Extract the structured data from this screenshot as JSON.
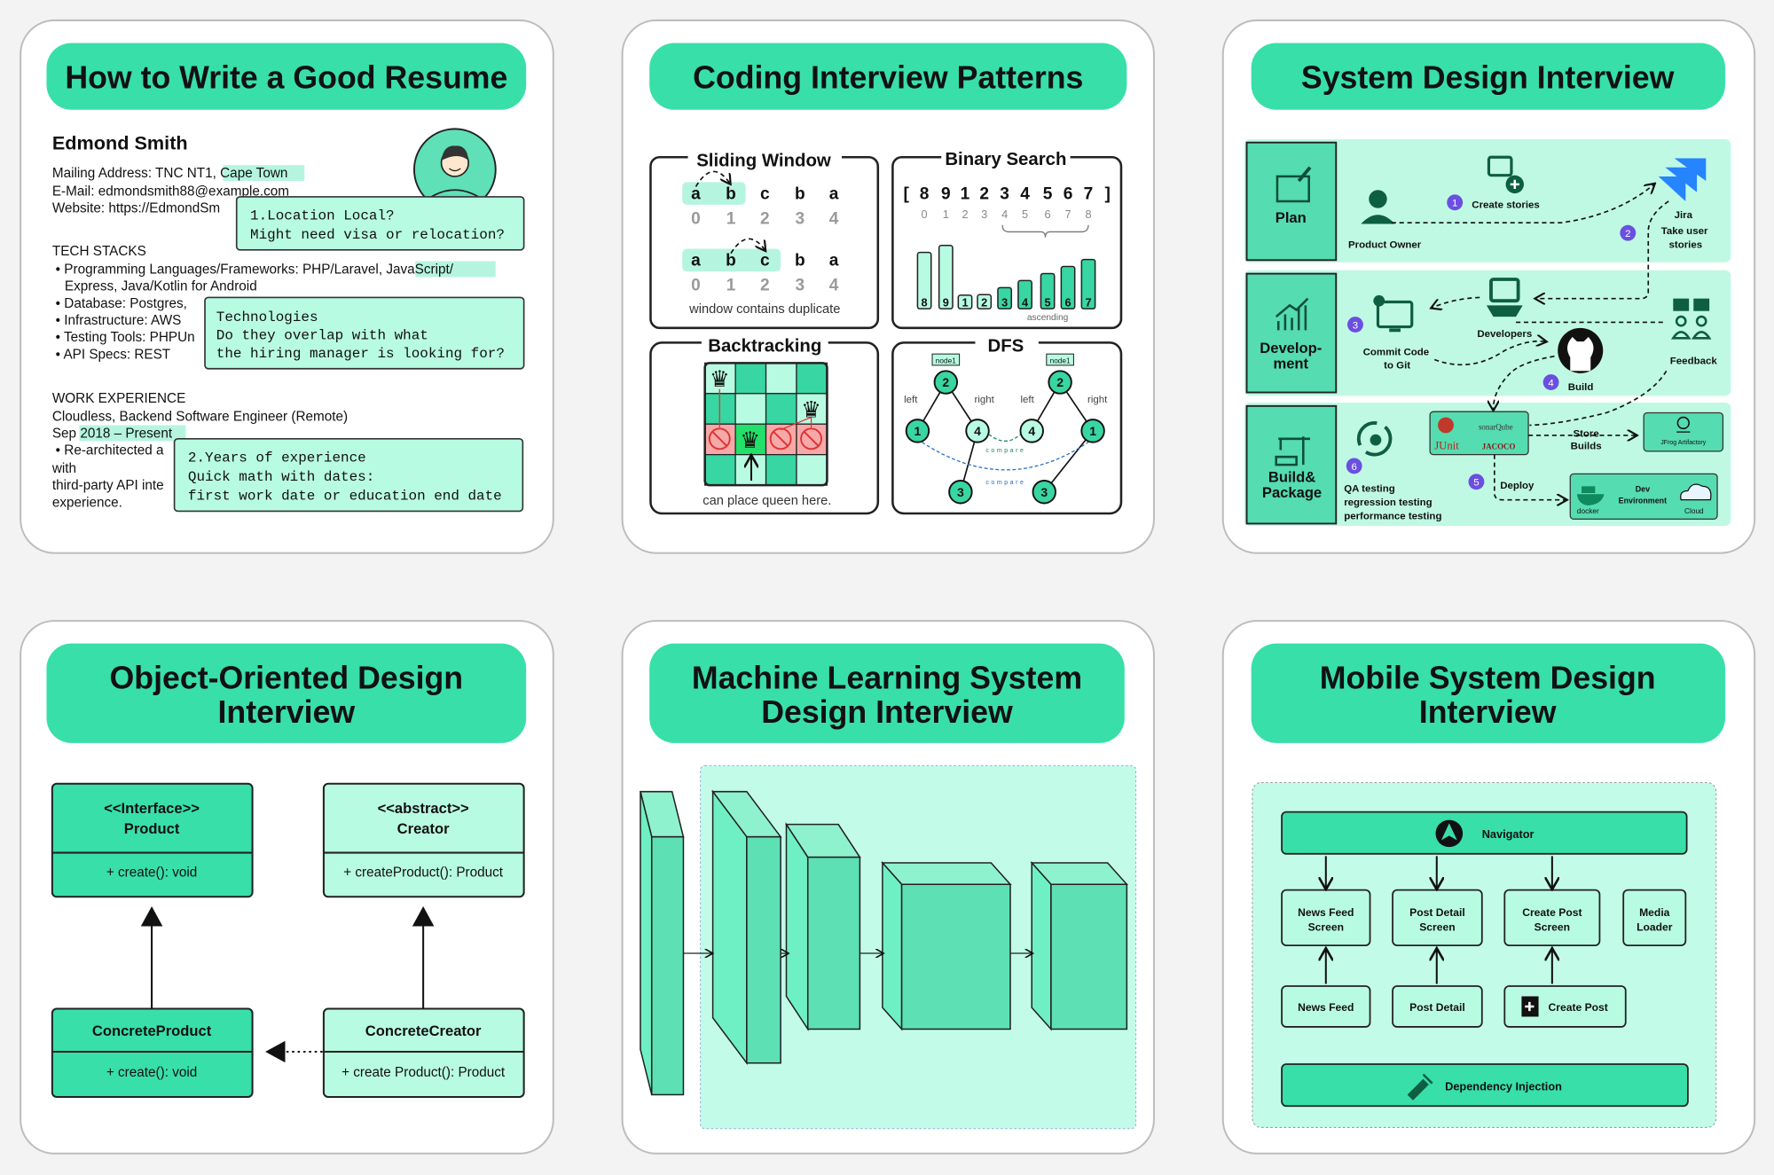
{
  "colors": {
    "accent": "#38dfa9",
    "light_mint": "#b8fbe3",
    "background": "#f3f3f3",
    "badge": "#6a4fe0",
    "blocked": "#f7a8a8",
    "jira_blue": "#2684ff"
  },
  "resume": {
    "title": "How to Write a Good Resume",
    "name": "Edmond Smith",
    "mailing": "Mailing Address: TNC NT1, Cape Town",
    "email": "E-Mail: edmondsmith88@example.com",
    "website": "Website: https://EdmondSm",
    "tech_heading": "TECH STACKS",
    "tech": [
      "• Programming Languages/Frameworks: PHP/Laravel, JavaScript/",
      "Express, Java/Kotlin for Android",
      "• Database: Postgres,",
      "• Infrastructure: AWS",
      "• Testing Tools: PHPUn",
      "• API Specs: REST"
    ],
    "work_heading": "WORK EXPERIENCE",
    "work": [
      "Cloudless, Backend Software Engineer (Remote)",
      "Sep 2018 – Present",
      "• Re-architected a",
      "with",
      "third-party API inte",
      "experience."
    ],
    "notes": [
      [
        "1.Location Local?",
        "Might need visa or relocation?"
      ],
      [
        "Technologies",
        "Do they overlap with what",
        "the hiring manager is looking for?"
      ],
      [
        "2.Years of experience",
        "Quick math with dates:",
        "first work date or education end date"
      ]
    ]
  },
  "coding": {
    "title": "Coding Interview Patterns",
    "sliding_window": {
      "title": "Sliding Window",
      "letters": [
        "a",
        "b",
        "c",
        "b",
        "a"
      ],
      "indices": [
        "0",
        "1",
        "2",
        "3",
        "4"
      ],
      "caption": "window contains duplicate"
    },
    "binary_search": {
      "title": "Binary Search",
      "open": "[",
      "close": "]",
      "values": [
        8,
        9,
        1,
        2,
        3,
        4,
        5,
        6,
        7
      ],
      "indices": [
        "0",
        "1",
        "2",
        "3",
        "4",
        "5",
        "6",
        "7",
        "8"
      ],
      "caption": "ascending"
    },
    "backtracking": {
      "title": "Backtracking",
      "caption": "can place queen here."
    },
    "dfs": {
      "title": "DFS",
      "node_label": "node1",
      "left": "left",
      "right": "right",
      "compare": "compare",
      "tree_left": [
        "2",
        "1",
        "4",
        "3"
      ],
      "tree_right": [
        "2",
        "4",
        "1",
        "3"
      ]
    }
  },
  "system": {
    "title": "System Design Interview",
    "stages": [
      "Plan",
      "Develop-",
      "ment",
      "Build&",
      "Package"
    ],
    "product_owner": "Product Owner",
    "create_stories": "Create stories",
    "jira": [
      "Jira",
      "Take user",
      "stories"
    ],
    "developers": "Developers",
    "commit": [
      "Commit Code",
      "to Git"
    ],
    "build": "Build",
    "feedback": "Feedback",
    "qa": [
      "QA testing",
      "regression testing",
      "performance testing"
    ],
    "tools": [
      "sonarQube",
      "JUnit",
      "JACOCO"
    ],
    "store": [
      "Store",
      "Builds"
    ],
    "artifactory": "JFrog Artifactory",
    "deploy": "Deploy",
    "dev_env": [
      "Dev",
      "Environment"
    ],
    "docker": "docker",
    "cloud": "Cloud",
    "steps": [
      "1",
      "2",
      "3",
      "4",
      "5",
      "6"
    ]
  },
  "ood": {
    "title": [
      "Object-Oriented Design",
      "Interview"
    ],
    "interface": {
      "stereotype": "<<Interface>>",
      "name": "Product",
      "method": "+ create(): void"
    },
    "creator": {
      "stereotype": "<<abstract>>",
      "name": "Creator",
      "method": "+ createProduct(): Product"
    },
    "concrete_product": {
      "name": "ConcreteProduct",
      "method": "+ create(): void"
    },
    "concrete_creator": {
      "name": "ConcreteCreator",
      "method": "+ create Product(): Product"
    }
  },
  "ml": {
    "title": [
      "Machine Learning System",
      "Design Interview"
    ]
  },
  "mobile": {
    "title": [
      "Mobile System Design",
      "Interview"
    ],
    "navigator": "Navigator",
    "screens": [
      [
        "News Feed",
        "Screen"
      ],
      [
        "Post Detail",
        "Screen"
      ],
      [
        "Create Post",
        "Screen"
      ],
      [
        "Media",
        "Loader"
      ]
    ],
    "modules": [
      "News Feed",
      "Post Detail",
      "Create Post"
    ],
    "di": "Dependency Injection"
  }
}
